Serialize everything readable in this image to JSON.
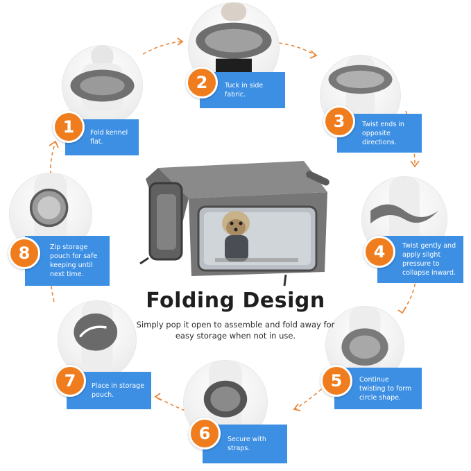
{
  "title": "Folding Design",
  "subtitle": "Simply pop it open to assemble and fold away for easy storage when not in use.",
  "colors": {
    "accent": "#ef7d1e",
    "caption_bg": "#3c8fe3",
    "arrow": "#e8883a",
    "kennel": "#6f6f6f"
  },
  "steps": [
    {
      "number": "1",
      "text": "Fold kennel flat."
    },
    {
      "number": "2",
      "text": "Tuck in side fabric."
    },
    {
      "number": "3",
      "text": "Twist ends in opposite directions."
    },
    {
      "number": "4",
      "text": "Twist gently and apply slight pressure to collapse inward."
    },
    {
      "number": "5",
      "text": "Continue twisting to form circle shape."
    },
    {
      "number": "6",
      "text": "Secure with straps."
    },
    {
      "number": "7",
      "text": "Place in storage pouch."
    },
    {
      "number": "8",
      "text": "Zip storage pouch for safe keeping until next time."
    }
  ]
}
